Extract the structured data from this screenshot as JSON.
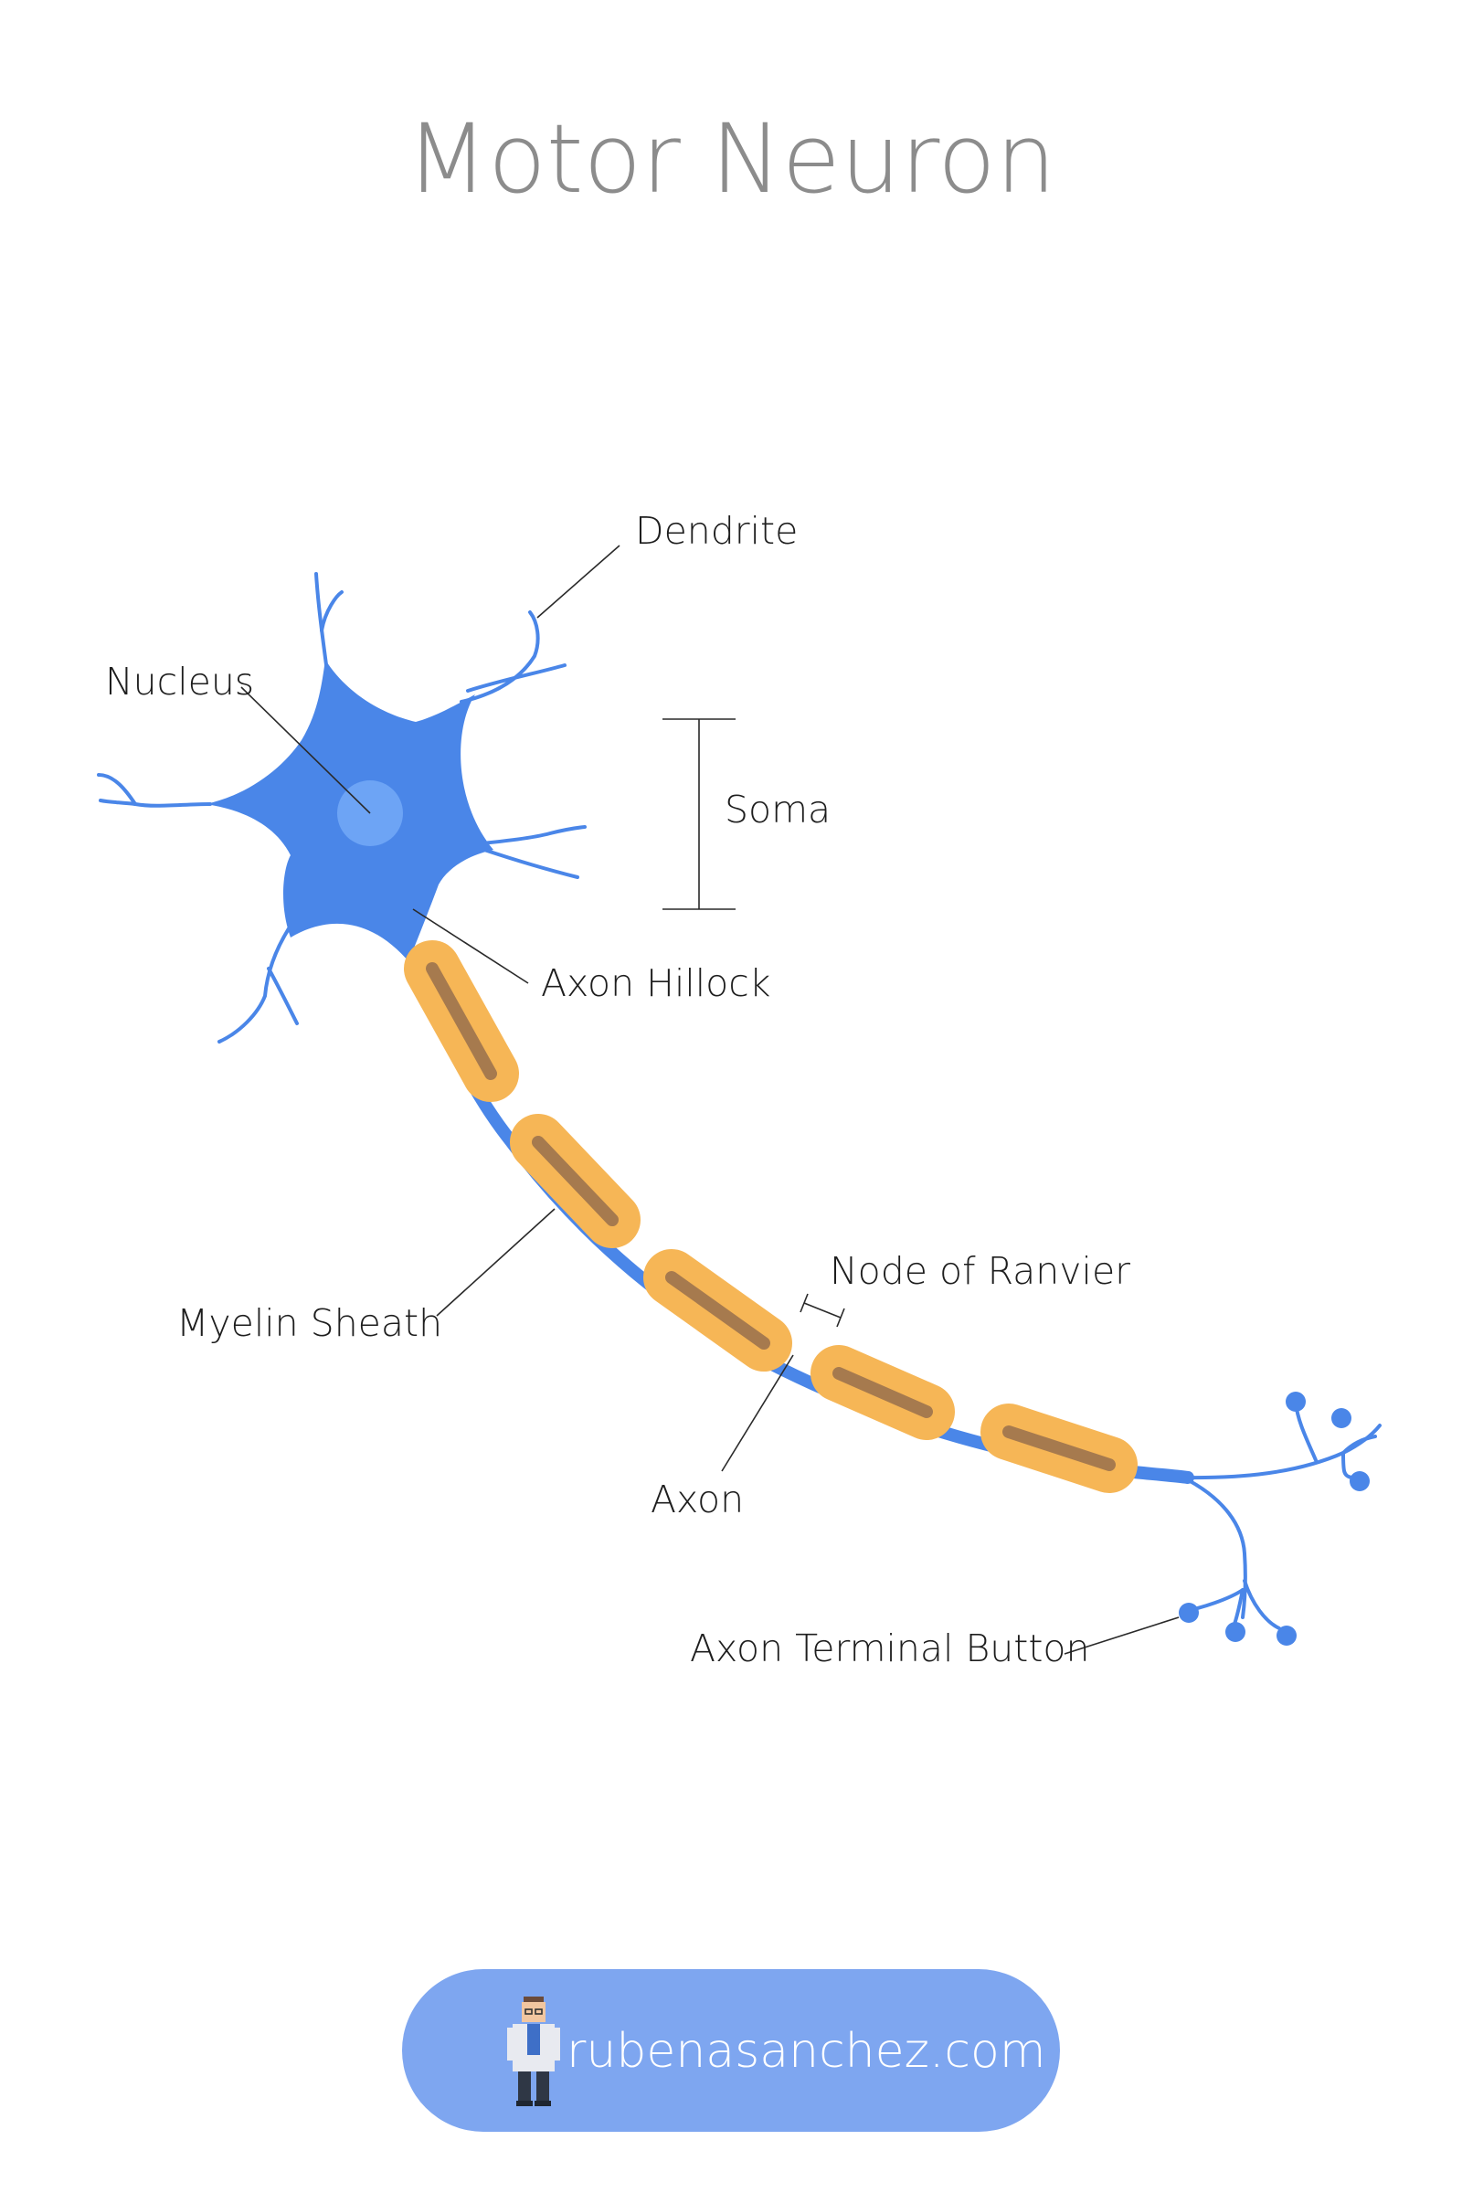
{
  "title": "Motor Neuron",
  "colors": {
    "neuron_blue": "#4a86e8",
    "nucleus_blue": "#6da4f5",
    "myelin_orange": "#f6b656",
    "myelin_core": "#a67a4e",
    "footer_pill": "#7ea6f0",
    "title_gray": "#8c8c8c"
  },
  "labels": {
    "dendrite": "Dendrite",
    "nucleus": "Nucleus",
    "soma": "Soma",
    "axon_hillock": "Axon Hillock",
    "myelin_sheath": "Myelin Sheath",
    "node_of_ranvier": "Node of Ranvier",
    "axon": "Axon",
    "axon_terminal_button": "Axon Terminal Button"
  },
  "footer": {
    "website": "rubenasanchez.com",
    "avatar_icon": "scientist-avatar-icon"
  }
}
